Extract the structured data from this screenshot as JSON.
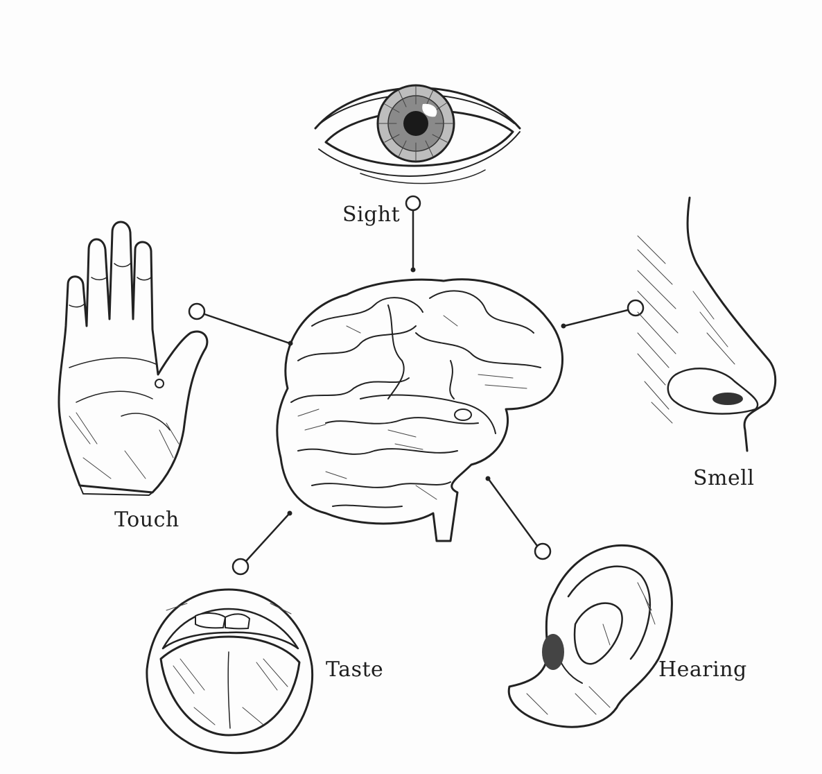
{
  "diagram": {
    "center": {
      "icon": "brain-icon"
    },
    "senses": [
      {
        "key": "sight",
        "label": "Sight",
        "icon": "eye-icon"
      },
      {
        "key": "smell",
        "label": "Smell",
        "icon": "nose-icon"
      },
      {
        "key": "hearing",
        "label": "Hearing",
        "icon": "ear-icon"
      },
      {
        "key": "taste",
        "label": "Taste",
        "icon": "mouth-icon"
      },
      {
        "key": "touch",
        "label": "Touch",
        "icon": "hand-icon"
      }
    ]
  },
  "colors": {
    "ink": "#222222",
    "background": "#fdfdfd"
  }
}
